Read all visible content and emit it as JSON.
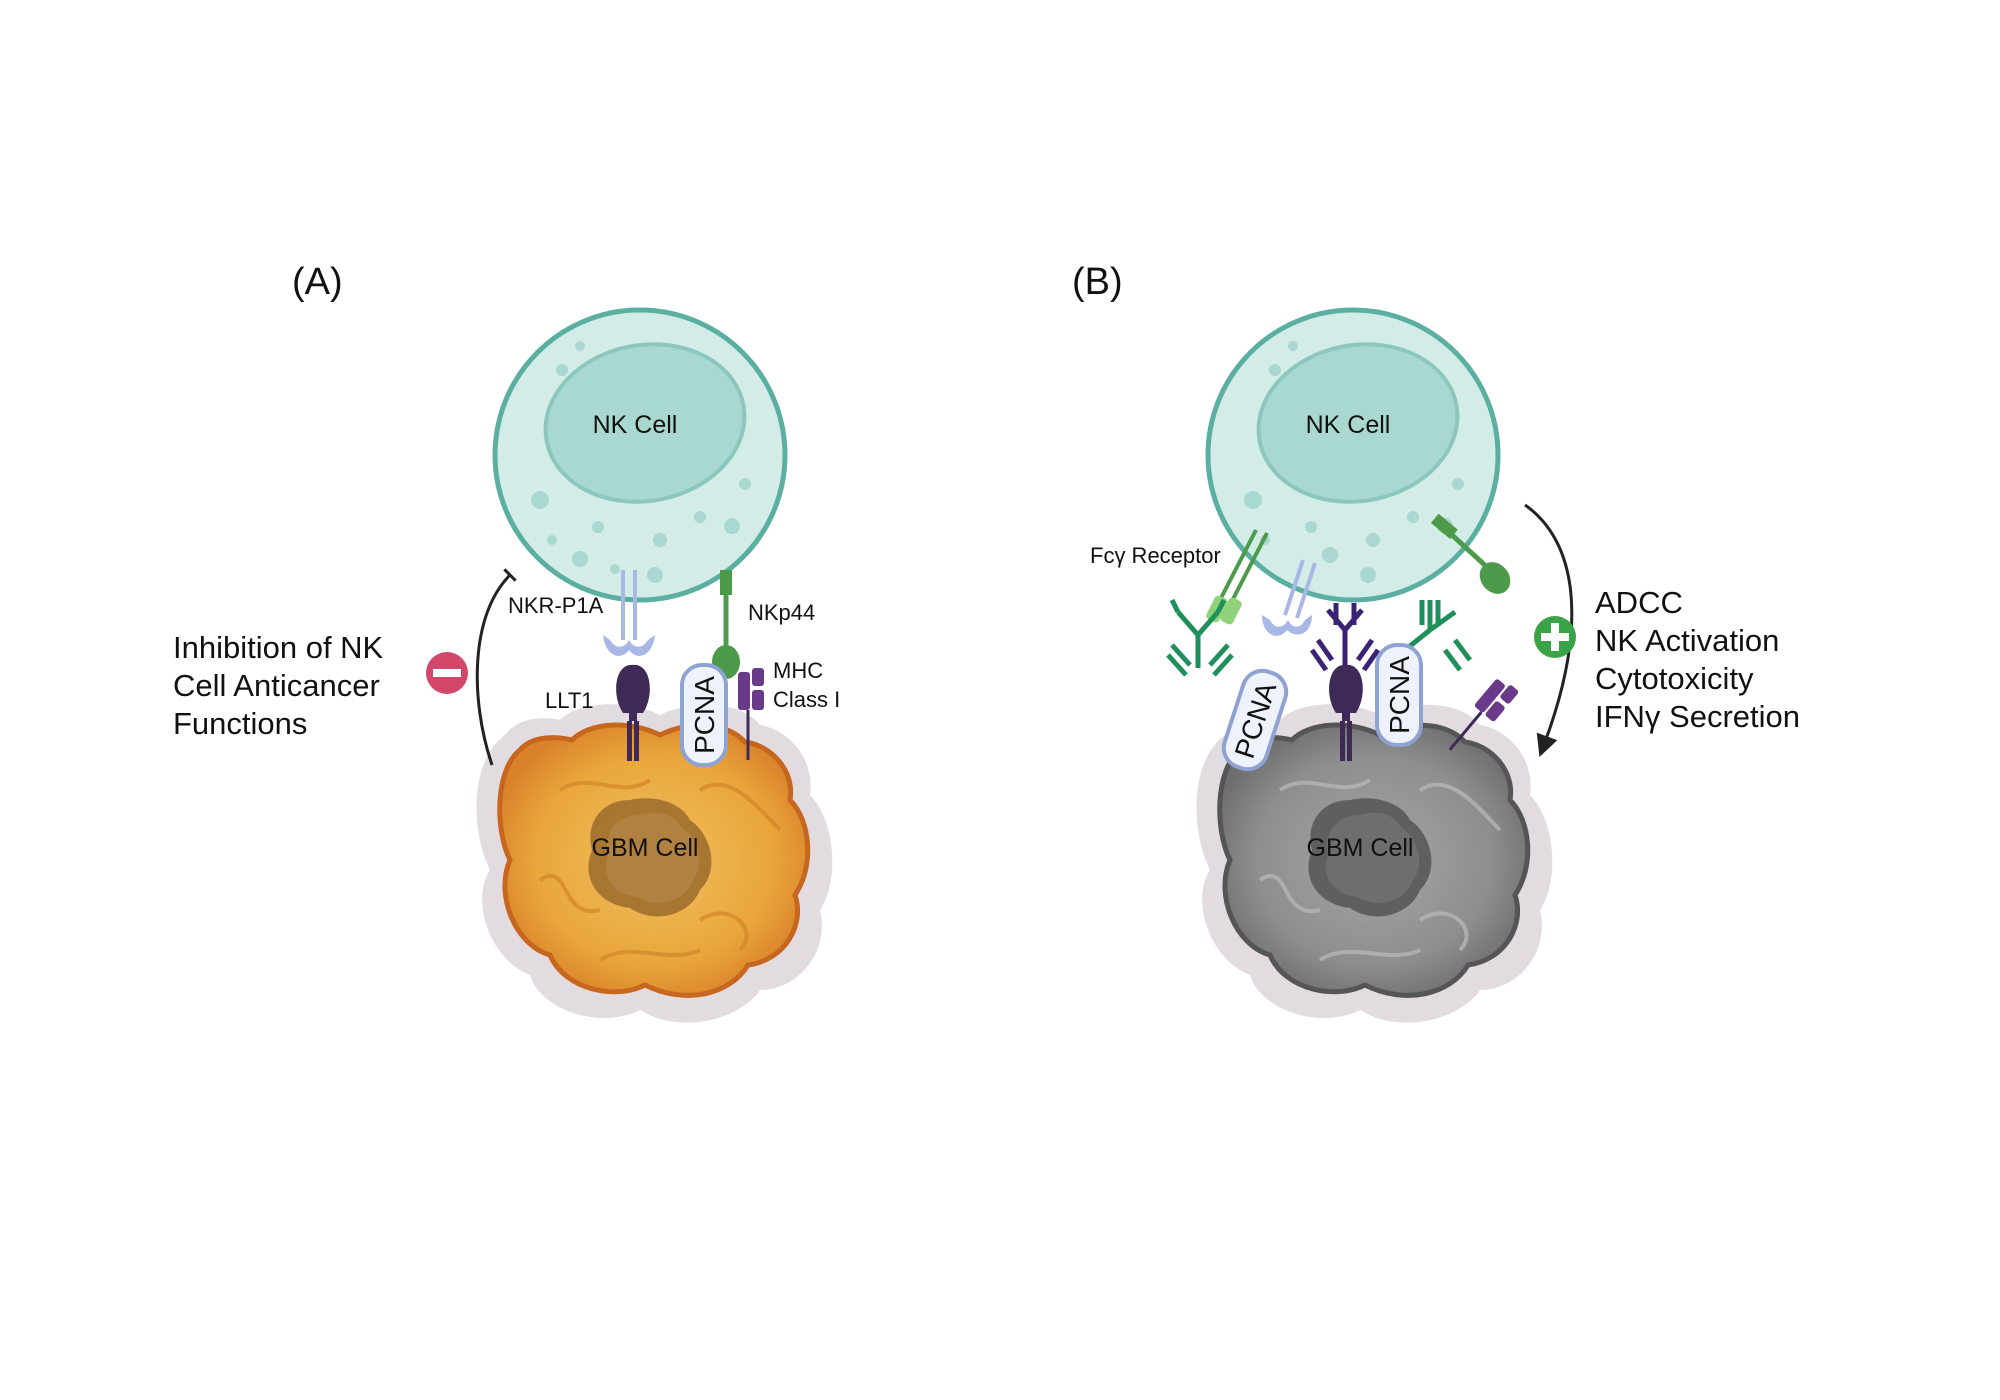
{
  "panel_a": {
    "label": "(A)",
    "nk_cell": "NK Cell",
    "gbm_cell": "GBM Cell",
    "receptor_inhibitory": "NKR-P1A",
    "ligand": "LLT1",
    "receptor_activating": "NKp44",
    "pcna": "PCNA",
    "mhc_line1": "MHC",
    "mhc_line2": "Class I",
    "effect_lines": [
      "Inhibition of NK",
      "Cell Anticancer",
      "Functions"
    ],
    "effect_symbol": "minus",
    "colors": {
      "nk_cell": "#cfe9e5",
      "nk_border": "#5fb3a6",
      "gbm_cell": "#e8a53a",
      "inhibit_badge": "#d2486a"
    }
  },
  "panel_b": {
    "label": "(B)",
    "nk_cell": "NK Cell",
    "gbm_cell": "GBM Cell",
    "fc_receptor": "Fcγ Receptor",
    "pcna": "PCNA",
    "effect_lines": [
      "ADCC",
      "NK Activation",
      "Cytotoxicity",
      "IFNγ Secretion"
    ],
    "effect_symbol": "plus",
    "colors": {
      "gbm_cell": "#8a8a8a",
      "activate_badge": "#3aa348",
      "antibody_green": "#1f8f5c",
      "antibody_purple": "#3b2274"
    }
  }
}
